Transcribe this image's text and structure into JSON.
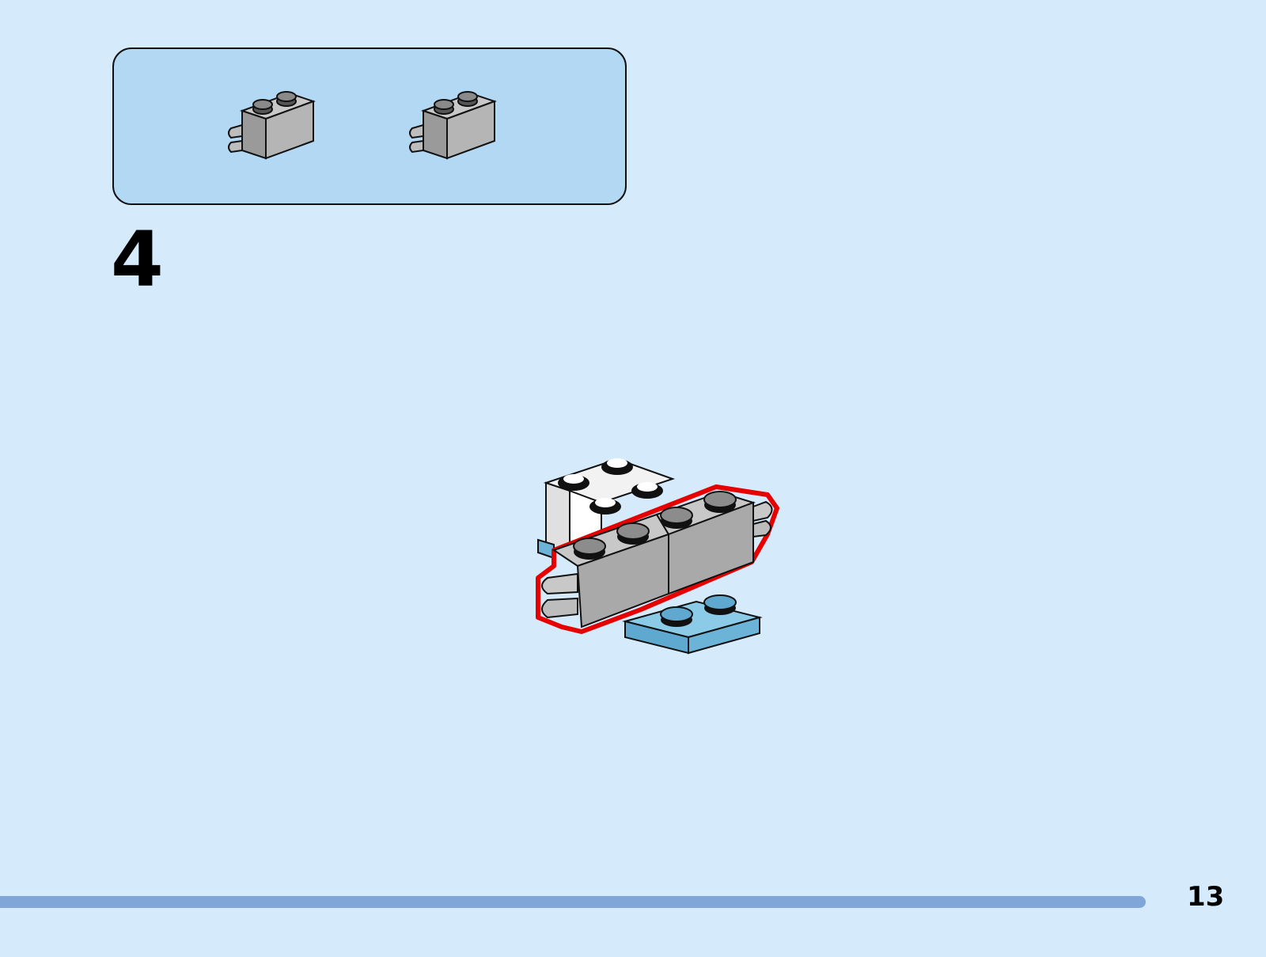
{
  "step": {
    "number": "4"
  },
  "parts_list": {
    "items": [
      {
        "name": "brick-1x2-with-clip",
        "color": "#a9a9a9"
      },
      {
        "name": "brick-1x2-with-clip",
        "color": "#a9a9a9"
      }
    ]
  },
  "model": {
    "colors": {
      "highlight": "#e60000",
      "grey_brick": "#a9a9a9",
      "white_brick": "#ffffff",
      "blue_plate": "#6bb4d8",
      "stud": "#8c8c8c"
    }
  },
  "footer": {
    "page_number": "13"
  }
}
